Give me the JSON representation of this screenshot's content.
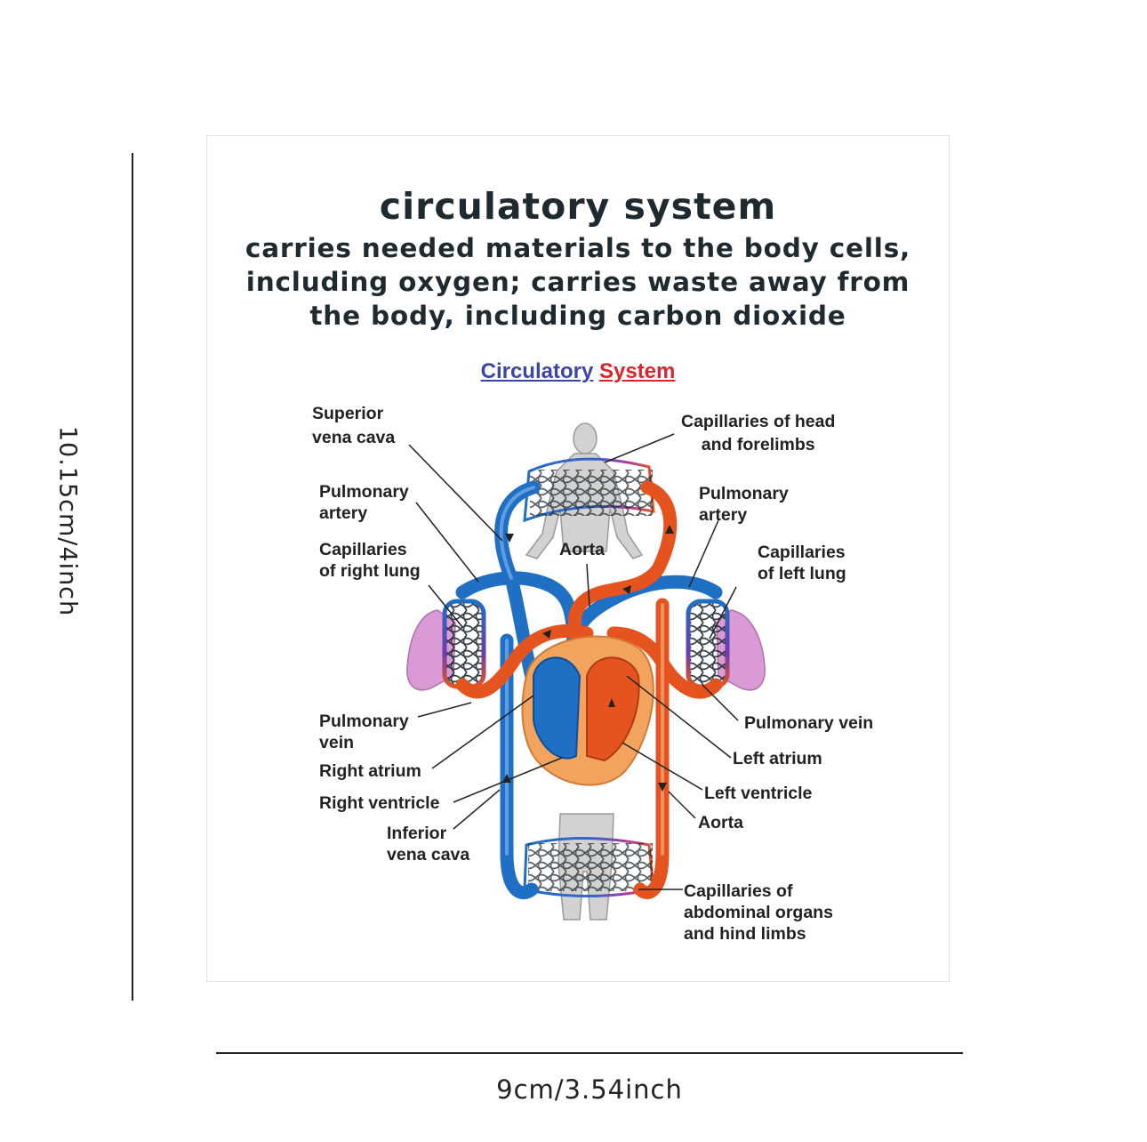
{
  "dimensions": {
    "height_label": "10.15cm/4inch",
    "width_label": "9cm/3.54inch"
  },
  "header": {
    "title": "circulatory system",
    "subtitle_lines": [
      "carries needed materials to the body cells,",
      "including oxygen; carries waste away from",
      "the body, including carbon dioxide"
    ]
  },
  "diagram": {
    "title_part1": "Circulatory",
    "title_part2": "System",
    "colors": {
      "deoxygenated": "#1f6fc4",
      "oxygenated": "#e5541f",
      "lung": "#d99ad6",
      "heart": "#f2a35e",
      "body_silhouette": "#d2d2d2",
      "title_blue": "#3a47a6",
      "title_red": "#d8262e"
    },
    "labels": {
      "superior_vena_cava": [
        "Superior",
        "vena cava"
      ],
      "capillaries_head": [
        "Capillaries of head",
        "and forelimbs"
      ],
      "pulmonary_artery_left": [
        "Pulmonary",
        "artery"
      ],
      "pulmonary_artery_right": [
        "Pulmonary",
        "artery"
      ],
      "capillaries_right_lung": [
        "Capillaries",
        "of right lung"
      ],
      "aorta_top": [
        "Aorta"
      ],
      "capillaries_left_lung": [
        "Capillaries",
        "of left lung"
      ],
      "pulmonary_vein_left": [
        "Pulmonary",
        "vein"
      ],
      "pulmonary_vein_right": [
        "Pulmonary vein"
      ],
      "right_atrium": [
        "Right atrium"
      ],
      "left_atrium": [
        "Left atrium"
      ],
      "right_ventricle": [
        "Right ventricle"
      ],
      "left_ventricle": [
        "Left ventricle"
      ],
      "aorta_bottom": [
        "Aorta"
      ],
      "inferior_vena_cava": [
        "Inferior",
        "vena cava"
      ],
      "capillaries_abdominal": [
        "Capillaries of",
        "abdominal organs",
        "and hind limbs"
      ]
    }
  }
}
